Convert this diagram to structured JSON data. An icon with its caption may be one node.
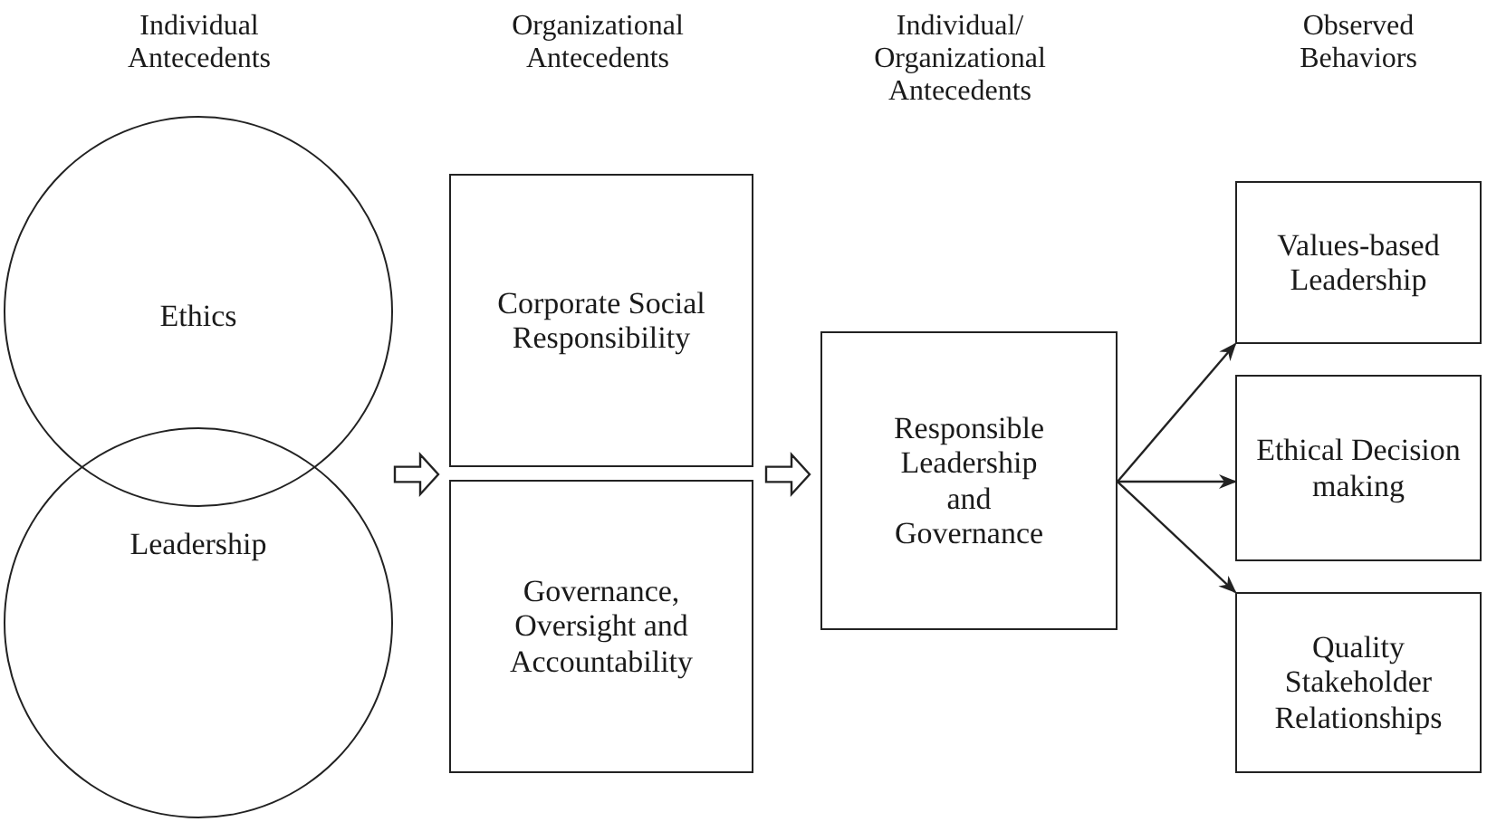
{
  "diagram": {
    "nodes": [
      {
        "text": [
          "Ethics"
        ]
      },
      {
        "text": [
          "Leadership"
        ]
      },
      {
        "text": [
          "Corporate Social Responsibility"
        ]
      },
      {
        "text": [
          "Governance, Oversight and Accountability"
        ]
      },
      {
        "text": [
          "Responsible Leadership and Governance"
        ]
      },
      {
        "text": [
          "Values-based Leadership"
        ]
      },
      {
        "text": [
          "Ethical Decision making"
        ]
      },
      {
        "text": [
          "Quality Stakeholder Relationships"
        ]
      }
    ],
    "edges": [
      {
        "from": 0,
        "to": 2,
        "arrow": "to"
      },
      {
        "from": 1,
        "to": 3,
        "arrow": "to"
      },
      {
        "from": 2,
        "to": 4,
        "arrow": "to"
      },
      {
        "from": 3,
        "to": 4,
        "arrow": "to"
      },
      {
        "from": 4,
        "to": 5,
        "arrow": "to"
      },
      {
        "from": 4,
        "to": 6,
        "arrow": "to"
      },
      {
        "from": 4,
        "to": 7,
        "arrow": "to"
      }
    ],
    "labels": [
      "Individual Antecedents",
      "Organizational Antecedents",
      "Individual/ Organizational Antecedents",
      "Observed Behaviors"
    ]
  }
}
